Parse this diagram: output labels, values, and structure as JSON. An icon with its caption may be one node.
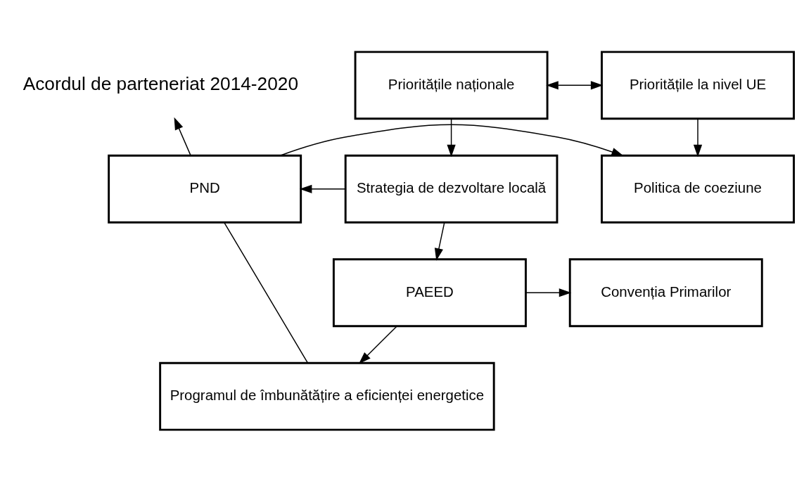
{
  "diagram": {
    "nodes": [
      {
        "text": [
          "Acordul de parteneriat 2014-2020"
        ]
      },
      {
        "text": [
          "Prioritățile naționale"
        ]
      },
      {
        "text": [
          "Prioritățile la nivel UE"
        ]
      },
      {
        "text": [
          "Strategia de dezvoltare locală"
        ]
      },
      {
        "text": [
          "PND"
        ]
      },
      {
        "text": [
          "Politica de coeziune"
        ]
      },
      {
        "text": [
          "PAEED"
        ]
      },
      {
        "text": [
          "Convenția Primarilor"
        ]
      },
      {
        "text": [
          "Programul de îmbunătățire a eficienței energetice"
        ]
      }
    ],
    "edges": [
      {
        "from": 1,
        "to": 2,
        "arrow": "both"
      },
      {
        "from": 4,
        "to": 0,
        "arrow": "to"
      },
      {
        "from": 1,
        "to": 3,
        "arrow": "to"
      },
      {
        "from": 2,
        "to": 5,
        "arrow": "to"
      },
      {
        "from": 3,
        "to": 4,
        "arrow": "to"
      },
      {
        "from": 4,
        "to": 5,
        "arrow": "to"
      },
      {
        "from": 3,
        "to": 6,
        "arrow": "to"
      },
      {
        "from": 6,
        "to": 7,
        "arrow": "to"
      },
      {
        "from": 6,
        "to": 8,
        "arrow": "to"
      },
      {
        "from": 4,
        "to": 8,
        "arrow": "none"
      }
    ]
  }
}
